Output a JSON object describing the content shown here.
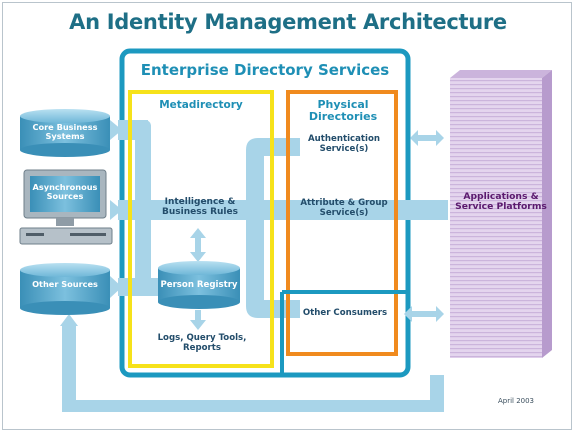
{
  "title": "An Identity Management Architecture",
  "enterprise_directory_services": "Enterprise Directory Services",
  "metadirectory": {
    "title": "Metadirectory",
    "intelligence": "Intelligence & Business Rules",
    "person_registry": "Person Registry",
    "logs": "Logs, Query Tools, Reports"
  },
  "physical_directories": {
    "title": "Physical Directories",
    "authentication": "Authentication Service(s)",
    "attribute": "Attribute & Group Service(s)",
    "other_consumers": "Other Consumers"
  },
  "sources": {
    "core": "Core Business Systems",
    "async": "Asynchronous Sources",
    "other": "Other Sources"
  },
  "applications": "Applications & Service Platforms",
  "date": "April 2003",
  "colors": {
    "teal_border": "#1c99c0",
    "light_blue": "#a8d4e8",
    "yellow": "#f6e21a",
    "orange": "#f08a1e",
    "purple": "#d9c6e6",
    "title": "#1e6f86"
  }
}
